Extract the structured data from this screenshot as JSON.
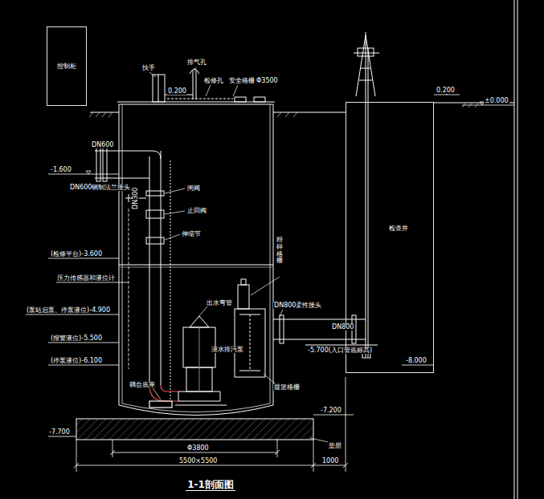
{
  "diagram": {
    "title": "1-1剖面图",
    "nodes": [
      {
        "text": [
          "控制柜"
        ]
      },
      {
        "text": [
          "检查井"
        ]
      }
    ],
    "labels": [
      "扶手",
      "排气孔",
      "检修孔",
      "安全格栅",
      "Φ3500",
      "0.200",
      "DN600",
      "-1.600",
      "DN600钢制法兰接头",
      "DN300",
      "闸阀",
      "止回阀",
      "伸缩节",
      "(检修平台)-3.600",
      "压力传感器和液位计",
      "出水弯管",
      "(泵站启泵、停泵液位)-4.900",
      "(报警液位)-5.500",
      "潜水排污泵",
      "(停泵液位)-6.100",
      "耦合底座",
      "粉碎格栅",
      "DN800柔性接头",
      "DN800",
      "-5.700(入口管底标高)",
      "提篮格栅",
      "0.200",
      "±0.000",
      "-8.000",
      "-7.200",
      "-7.700",
      "垫层",
      "Φ3800",
      "5500×5500",
      "1000"
    ]
  }
}
